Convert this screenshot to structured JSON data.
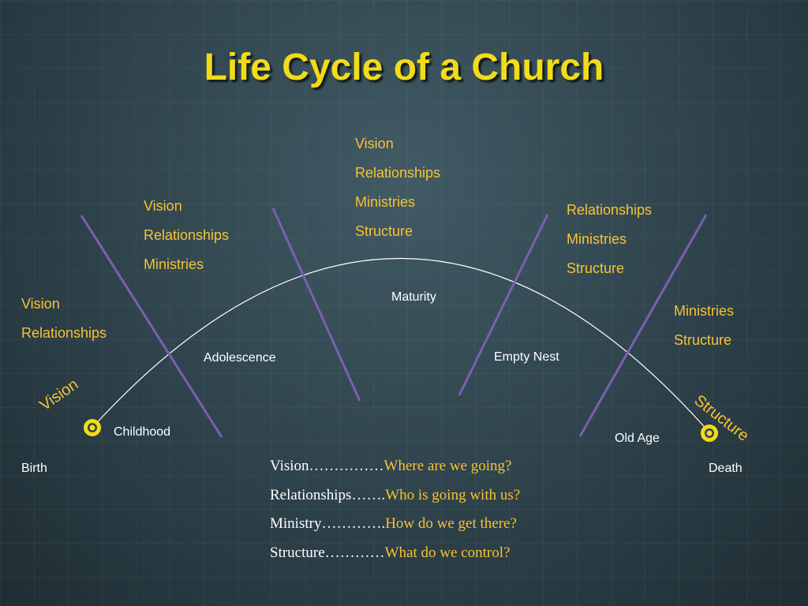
{
  "title": "Life Cycle of a Church",
  "accent_color": "#f7c233",
  "title_color": "#f2dc18",
  "divider_color": "#7b5fb3",
  "curve_color": "#ffffff",
  "stage_lists": {
    "birth_childhood": [
      "Vision",
      "Relationships"
    ],
    "adolescence": [
      "Vision",
      "Relationships",
      "Ministries"
    ],
    "maturity": [
      "Vision",
      "Relationships",
      "Ministries",
      "Structure"
    ],
    "empty_nest": [
      "Relationships",
      "Ministries",
      "Structure"
    ],
    "old_age": [
      "Ministries",
      "Structure"
    ]
  },
  "stages": {
    "birth": "Birth",
    "childhood": "Childhood",
    "adolescence": "Adolescence",
    "maturity": "Maturity",
    "empty_nest": "Empty Nest",
    "old_age": "Old Age",
    "death": "Death"
  },
  "endpoint_labels": {
    "start": "Vision",
    "end": "Structure"
  },
  "legend": [
    {
      "term": "Vision……………",
      "question": "Where are we going?"
    },
    {
      "term": "Relationships…….",
      "question": "Who is going with us?"
    },
    {
      "term": "Ministry………….",
      "question": "How do we get there?"
    },
    {
      "term": "Structure…………",
      "question": "What do we control?"
    }
  ]
}
